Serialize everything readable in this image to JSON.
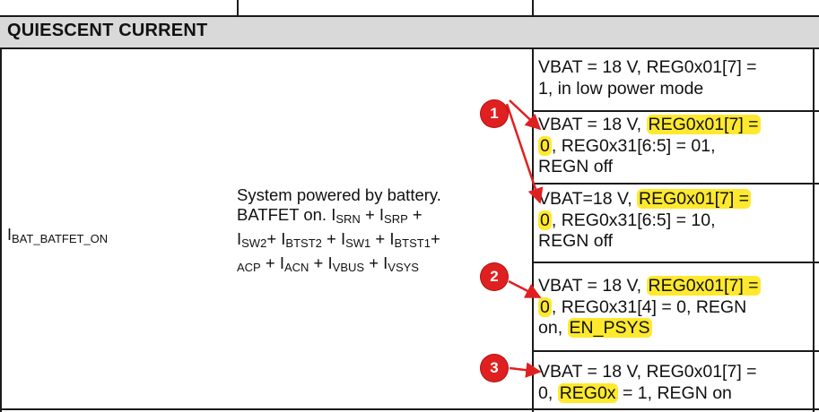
{
  "section": {
    "title": "QUIESCENT CURRENT"
  },
  "parameter": {
    "symbol_base": "I",
    "symbol_sub": "BAT_BATFET_ON"
  },
  "description": {
    "line1": "System powered by battery.",
    "line2_pre": "BATFET on. I",
    "line2_sub1": "SRN",
    "line2_mid": " + I",
    "line2_sub2": "SRP",
    "line2_post": " +",
    "line3_pre": "I",
    "line3_sub1": "SW2",
    "line3_mid1": "+ I",
    "line3_sub2": "BTST2",
    "line3_mid2": " + I",
    "line3_sub3": "SW1",
    "line3_mid3": " + I",
    "line3_sub4": "BTST1",
    "line3_post": "+",
    "line4_sub0": "ACP",
    "line4_pre": " + I",
    "line4_sub1": "ACN",
    "line4_mid": " + I",
    "line4_sub2": "VBUS",
    "line4_mid2": " + I",
    "line4_sub3": "VSYS"
  },
  "conditions": {
    "row1": {
      "l1": "VBAT = 18 V, REG0x01[7] =",
      "l2": "1, in low power mode"
    },
    "row2": {
      "l1_pre": "VBAT = 18 V, ",
      "l1_hl": "REG0x01[7] =",
      "l2_hl": "0",
      "l2_post": ", REG0x31[6:5] = 01,",
      "l3": "REGN off"
    },
    "row3": {
      "l1_pre": "VBAT=18 V, ",
      "l1_hl": "REG0x01[7] =",
      "l2_hl": "0",
      "l2_post": ", REG0x31[6:5] = 10,",
      "l3": "REGN off"
    },
    "row4": {
      "l1_pre": "VBAT = 18 V, ",
      "l1_hl": "REG0x01[7] =",
      "l2_hl": "0",
      "l2_post": ", REG0x31[4] = 0, REGN",
      "l3_pre": "on, ",
      "l3_hl": "EN_PSYS"
    },
    "row5": {
      "l1": "VBAT = 18 V, REG0x01[7] =",
      "l2_pre": "0, ",
      "l2_hl": "REG0x",
      "l2_post": " = 1, REGN on"
    }
  },
  "markers": [
    "1",
    "2",
    "3"
  ],
  "colors": {
    "highlight": "#ffe92e",
    "marker": "#e02020",
    "section_bg": "#d9d9d9"
  }
}
